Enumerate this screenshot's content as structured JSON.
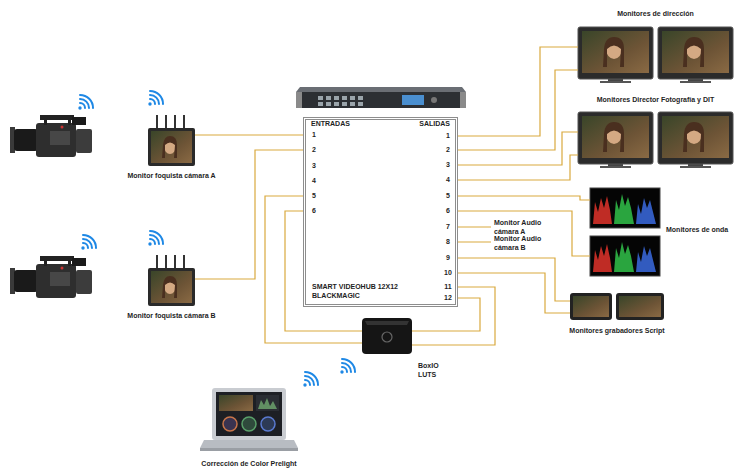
{
  "diagram": {
    "nodes": [
      {
        "text": [
          "Monitor foquista cámara A"
        ]
      },
      {
        "text": [
          "Monitor foquista cámara B"
        ]
      },
      {
        "text": [
          "ENTRADAS",
          "SALIDAS",
          "SMART VIDEOHUB 12X12 BLACKMAGIC"
        ]
      },
      {
        "text": [
          "Monitores de dirección"
        ]
      },
      {
        "text": [
          "Monitores Director Fotografía y DIT"
        ]
      },
      {
        "text": [
          "Monitores de onda"
        ]
      },
      {
        "text": [
          "Monitores grabadores Script"
        ]
      },
      {
        "text": [
          "BoxIO LUTS"
        ]
      },
      {
        "text": [
          "Corrección de Color Prelight"
        ]
      }
    ],
    "edges": [
      {
        "from": 0,
        "to": 2,
        "arrow": "none"
      },
      {
        "from": 1,
        "to": 2,
        "arrow": "none"
      },
      {
        "from": 7,
        "to": 2,
        "arrow": "none"
      },
      {
        "from": 7,
        "to": 2,
        "arrow": "none"
      },
      {
        "from": 2,
        "to": 3,
        "arrow": "none"
      },
      {
        "from": 2,
        "to": 3,
        "arrow": "none"
      },
      {
        "from": 2,
        "to": 4,
        "arrow": "none"
      },
      {
        "from": 2,
        "to": 4,
        "arrow": "none"
      },
      {
        "from": 2,
        "to": 5,
        "arrow": "none"
      },
      {
        "from": 2,
        "to": 5,
        "arrow": "none"
      },
      {
        "from": 2,
        "to": 6,
        "arrow": "none"
      },
      {
        "from": 2,
        "to": 6,
        "arrow": "none"
      },
      {
        "from": 2,
        "to": 7,
        "arrow": "none"
      },
      {
        "from": 2,
        "to": 7,
        "arrow": "none"
      }
    ],
    "labels": [
      "1",
      "2",
      "3",
      "4",
      "5",
      "6",
      "1",
      "2",
      "3",
      "4",
      "5",
      "6",
      "7",
      "8",
      "9",
      "10",
      "11",
      "12",
      "Monitor Audio cámara A",
      "Monitor Audio cámara B"
    ]
  }
}
